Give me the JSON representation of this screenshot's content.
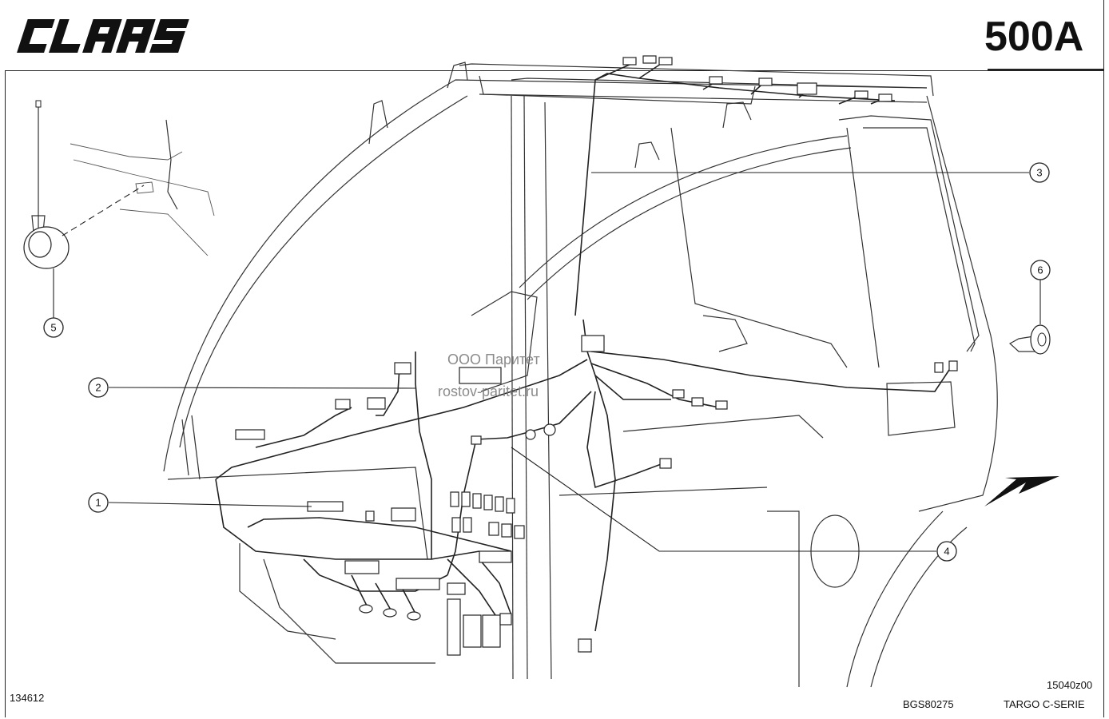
{
  "header": {
    "brand": "CLAAS",
    "page_code": "500A"
  },
  "callouts": [
    {
      "id": "1",
      "label": "1"
    },
    {
      "id": "2",
      "label": "2"
    },
    {
      "id": "3",
      "label": "3"
    },
    {
      "id": "4",
      "label": "4"
    },
    {
      "id": "5",
      "label": "5"
    },
    {
      "id": "6",
      "label": "6"
    }
  ],
  "watermark": {
    "line1": "ООО Паритет",
    "line2": "rostov-paritet.ru"
  },
  "footer": {
    "drawing_number": "134612",
    "part_code": "BGS80275",
    "revision": "15040z00",
    "series": "TARGO C-SERIE"
  }
}
